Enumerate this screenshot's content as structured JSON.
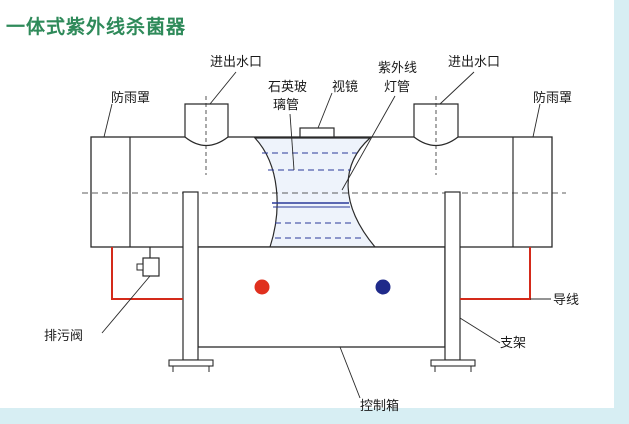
{
  "title": "一体式紫外线杀菌器",
  "labels": {
    "inlet_outlet_left": "进出水口",
    "inlet_outlet_right": "进出水口",
    "rain_cover_left": "防雨罩",
    "rain_cover_right": "防雨罩",
    "quartz_glass_line1": "石英玻",
    "quartz_glass_line2": "璃管",
    "sight_glass": "视镜",
    "uv_lamp_line1": "紫外线",
    "uv_lamp_line2": "灯管",
    "wire": "导线",
    "drain_valve": "排污阀",
    "bracket": "支架",
    "control_box": "控制箱"
  },
  "colors": {
    "title": "#2f8a5a",
    "outline": "#2a2a2a",
    "wire": "#d42a1a",
    "lamp_tube": "#2a3a9a",
    "indicator_red": "#e0301e",
    "indicator_blue": "#1f2a8a",
    "frame_border": "#d7eef3"
  }
}
